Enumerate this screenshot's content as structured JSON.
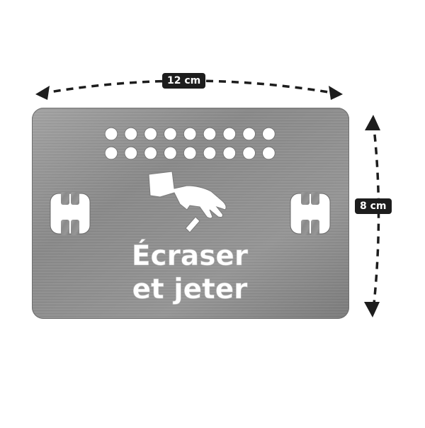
{
  "dimensions": {
    "width_label": "12 cm",
    "height_label": "8 cm"
  },
  "plate": {
    "text_line1": "Écraser",
    "text_line2": "et jeter",
    "icons": [
      "hand-dropping-cigarette-icon",
      "h-slot-cutout-left",
      "h-slot-cutout-right"
    ],
    "hole_rows": 2,
    "holes_per_row": 9
  },
  "colors": {
    "background": "#ffffff",
    "plate_metal": "#8f8f8f",
    "cutout": "#ffffff",
    "label_bg": "#1d1d1d",
    "label_text": "#ffffff",
    "arrow": "#1d1d1d"
  }
}
